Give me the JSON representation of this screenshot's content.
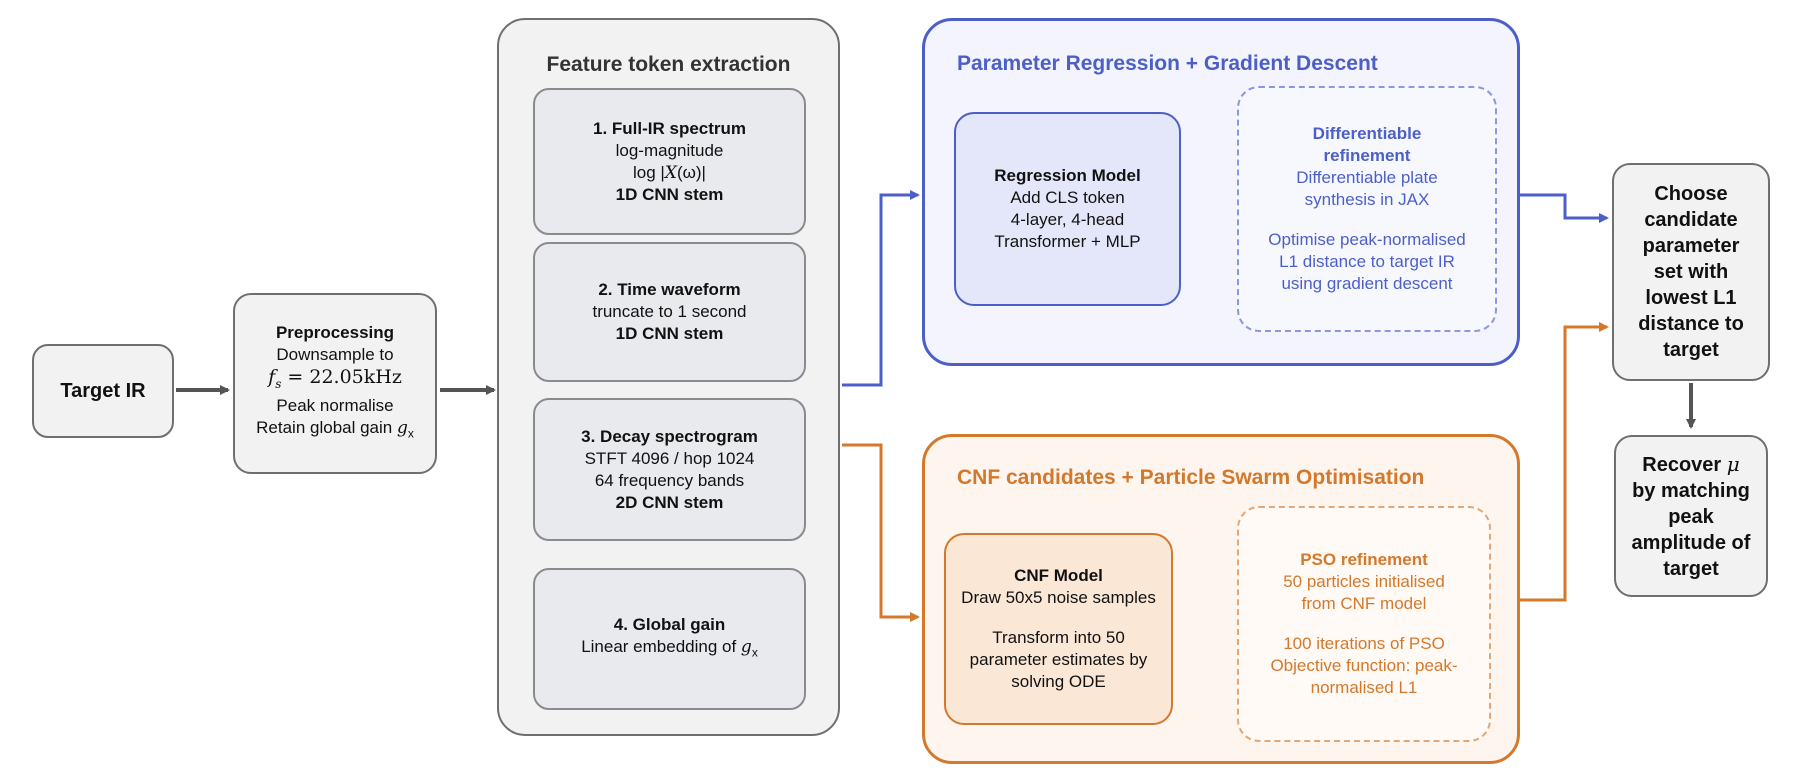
{
  "colors": {
    "gray_border": "#6f6f73",
    "blue": "#4c5fc9",
    "blue_fill": "#f3f4fd",
    "blue_inner_fill": "#e4e7fa",
    "orange": "#d4782c",
    "orange_fill": "#fdf5ee",
    "orange_inner_fill": "#fbe7d6"
  },
  "target": {
    "label": "Target IR"
  },
  "preprocessing": {
    "title": "Preprocessing",
    "line1": "Downsample to",
    "fs_var": "f",
    "fs_sub": "s",
    "fs_eq": " = 22.05kHz",
    "line3": "Peak normalise",
    "line4": "Retain global gain ",
    "gain_var": "g",
    "gain_sub": "x"
  },
  "features": {
    "title": "Feature token extraction",
    "cards": [
      {
        "title": "1. Full-IR spectrum",
        "l1": "log-magnitude",
        "l2a": "log |",
        "l2b": "X",
        "l2c": "(ω)|",
        "stem": "1D CNN stem"
      },
      {
        "title": "2. Time waveform",
        "l1": "truncate to 1 second",
        "stem": "1D CNN stem"
      },
      {
        "title": "3. Decay spectrogram",
        "l1": "STFT 4096 / hop 1024",
        "l2": "64 frequency bands",
        "stem": "2D CNN stem"
      },
      {
        "title": "4. Global gain",
        "l1": "Linear embedding of ",
        "var": "g",
        "sub": "x"
      }
    ]
  },
  "regression_panel": {
    "title": "Parameter Regression + Gradient Descent",
    "model": {
      "title": "Regression Model",
      "l1": "Add CLS token",
      "l2": "4-layer, 4-head",
      "l3": "Transformer + MLP"
    },
    "refine": {
      "title1": "Differentiable",
      "title2": "refinement",
      "l1": "Differentiable plate",
      "l2": "synthesis in JAX",
      "l3": "Optimise peak-normalised",
      "l4": "L1 distance to target IR",
      "l5": "using gradient descent"
    }
  },
  "cnf_panel": {
    "title": "CNF candidates + Particle Swarm Optimisation",
    "model": {
      "title": "CNF Model",
      "l1": "Draw 50x5 noise samples",
      "l2": "Transform into 50",
      "l3": "parameter estimates by",
      "l4": "solving ODE"
    },
    "pso": {
      "title": "PSO refinement",
      "l1": "50 particles initialised",
      "l2": "from CNF model",
      "l3": "100 iterations of PSO",
      "l4": "Objective function: peak-",
      "l5": "normalised L1"
    }
  },
  "choose": {
    "l1": "Choose",
    "l2": "candidate",
    "l3": "parameter",
    "l4": "set with",
    "l5": "lowest L1",
    "l6": "distance to",
    "l7": "target"
  },
  "recover": {
    "l1a": "Recover ",
    "mu": "μ",
    "l2": "by matching",
    "l3": "peak",
    "l4": "amplitude of",
    "l5": "target"
  }
}
